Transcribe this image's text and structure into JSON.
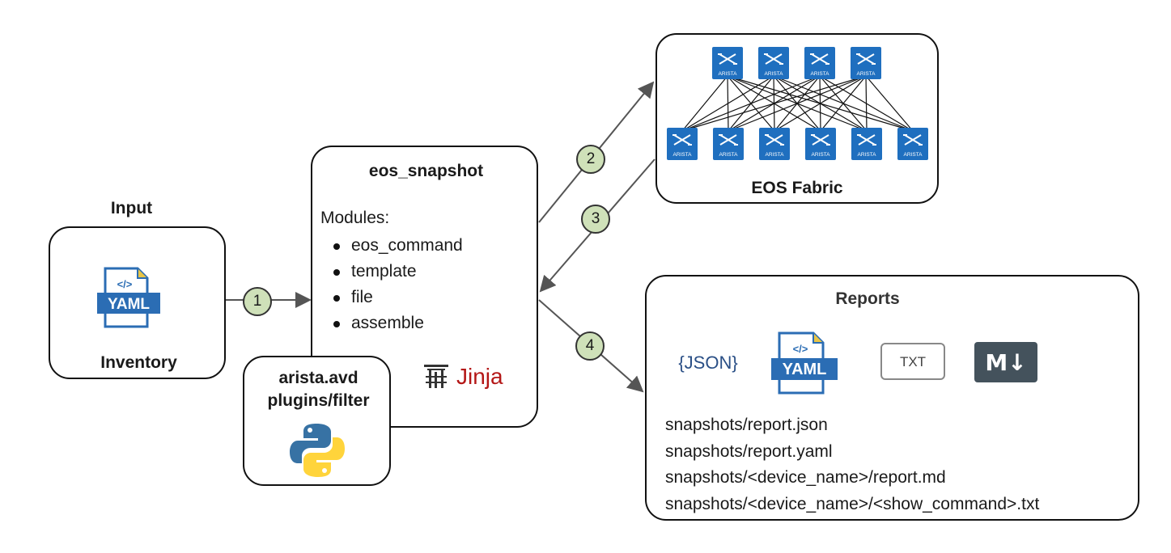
{
  "input": {
    "heading": "Input",
    "icon_text": "YAML",
    "icon_tag": "</>",
    "label": "Inventory"
  },
  "snapshot": {
    "title": "eos_snapshot",
    "modules_label": "Modules:",
    "modules": [
      "eos_command",
      "template",
      "file",
      "assemble"
    ],
    "jinja_text": "Jinja"
  },
  "avd": {
    "line1": "arista.avd",
    "line2": "plugins/filter"
  },
  "fabric": {
    "label": "EOS Fabric",
    "switch_text": "ARISTA",
    "spines": 4,
    "leaves": 6
  },
  "reports": {
    "title": "Reports",
    "json_icon": "{JSON}",
    "yaml_icon": "YAML",
    "yaml_tag": "</>",
    "txt_icon": "TXT",
    "md_icon": "M↓",
    "paths": [
      "snapshots/report.json",
      "snapshots/report.yaml",
      "snapshots/<device_name>/report.md",
      "snapshots/<device_name>/<show_command>.txt"
    ]
  },
  "steps": [
    "1",
    "2",
    "3",
    "4"
  ],
  "colors": {
    "step_fill": "#cfe1b9",
    "switch_blue": "#1f6fbf",
    "jinja_red": "#b41717",
    "arrow": "#555555"
  }
}
